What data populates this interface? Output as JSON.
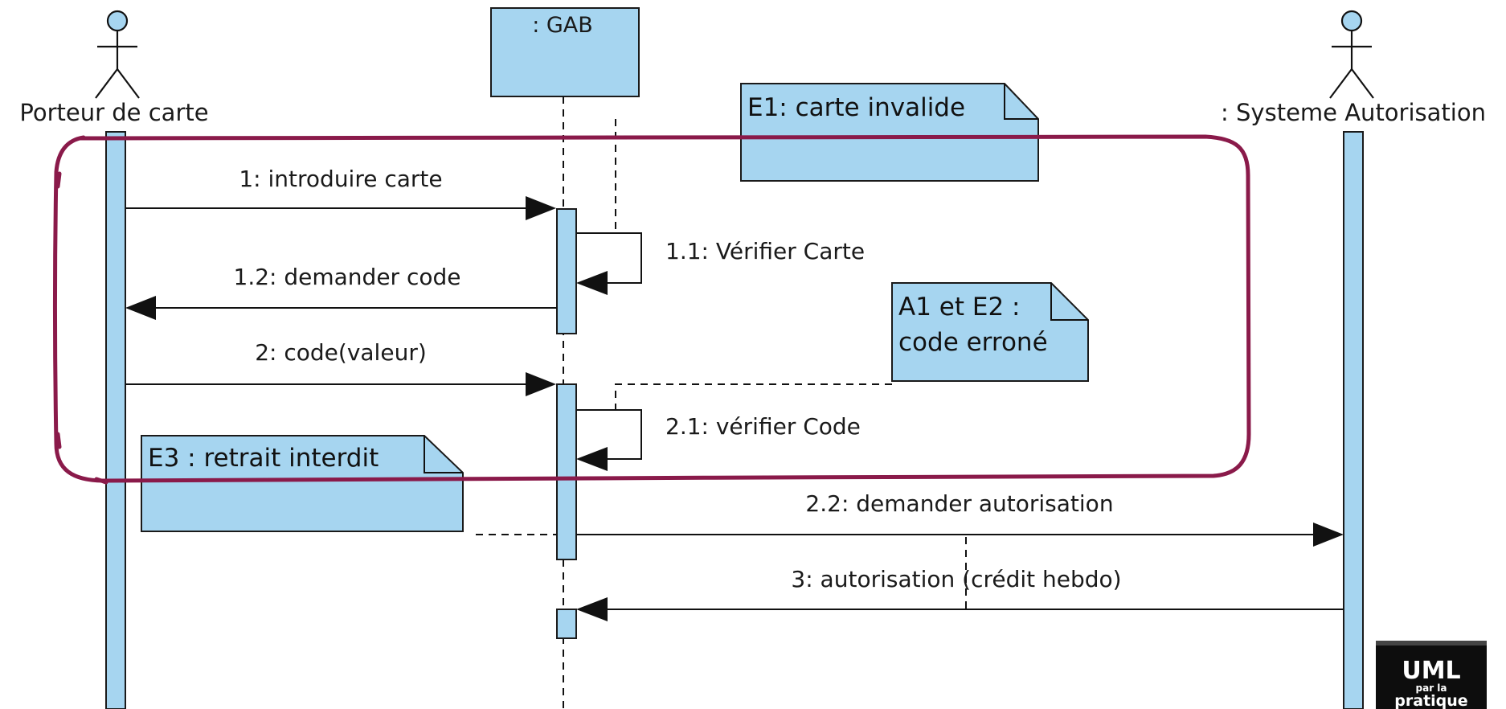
{
  "participants": {
    "porteur": ": Porteur de carte",
    "porteur_display": "Porteur de carte",
    "gab": ": GAB",
    "systeme": ": Systeme Autorisation"
  },
  "messages": {
    "m1": "1: introduire carte",
    "m1_1": "1.1: Vérifier Carte",
    "m1_2": "1.2: demander code",
    "m2": "2: code(valeur)",
    "m2_1": "2.1: vérifier Code",
    "m2_2": "2.2: demander autorisation",
    "m3": "3: autorisation (crédit hebdo)"
  },
  "notes": {
    "e1": "E1: carte invalide",
    "a1e2_line1": "A1 et E2 :",
    "a1e2_line2": "code erroné",
    "e3": "E3 : retrait interdit"
  },
  "book_badge": {
    "title": "UML",
    "sub1": "par la",
    "sub2": "pratique"
  },
  "colors": {
    "lifeline_fill": "#a6d5f0",
    "highlight_marker": "#8a1a4a"
  }
}
